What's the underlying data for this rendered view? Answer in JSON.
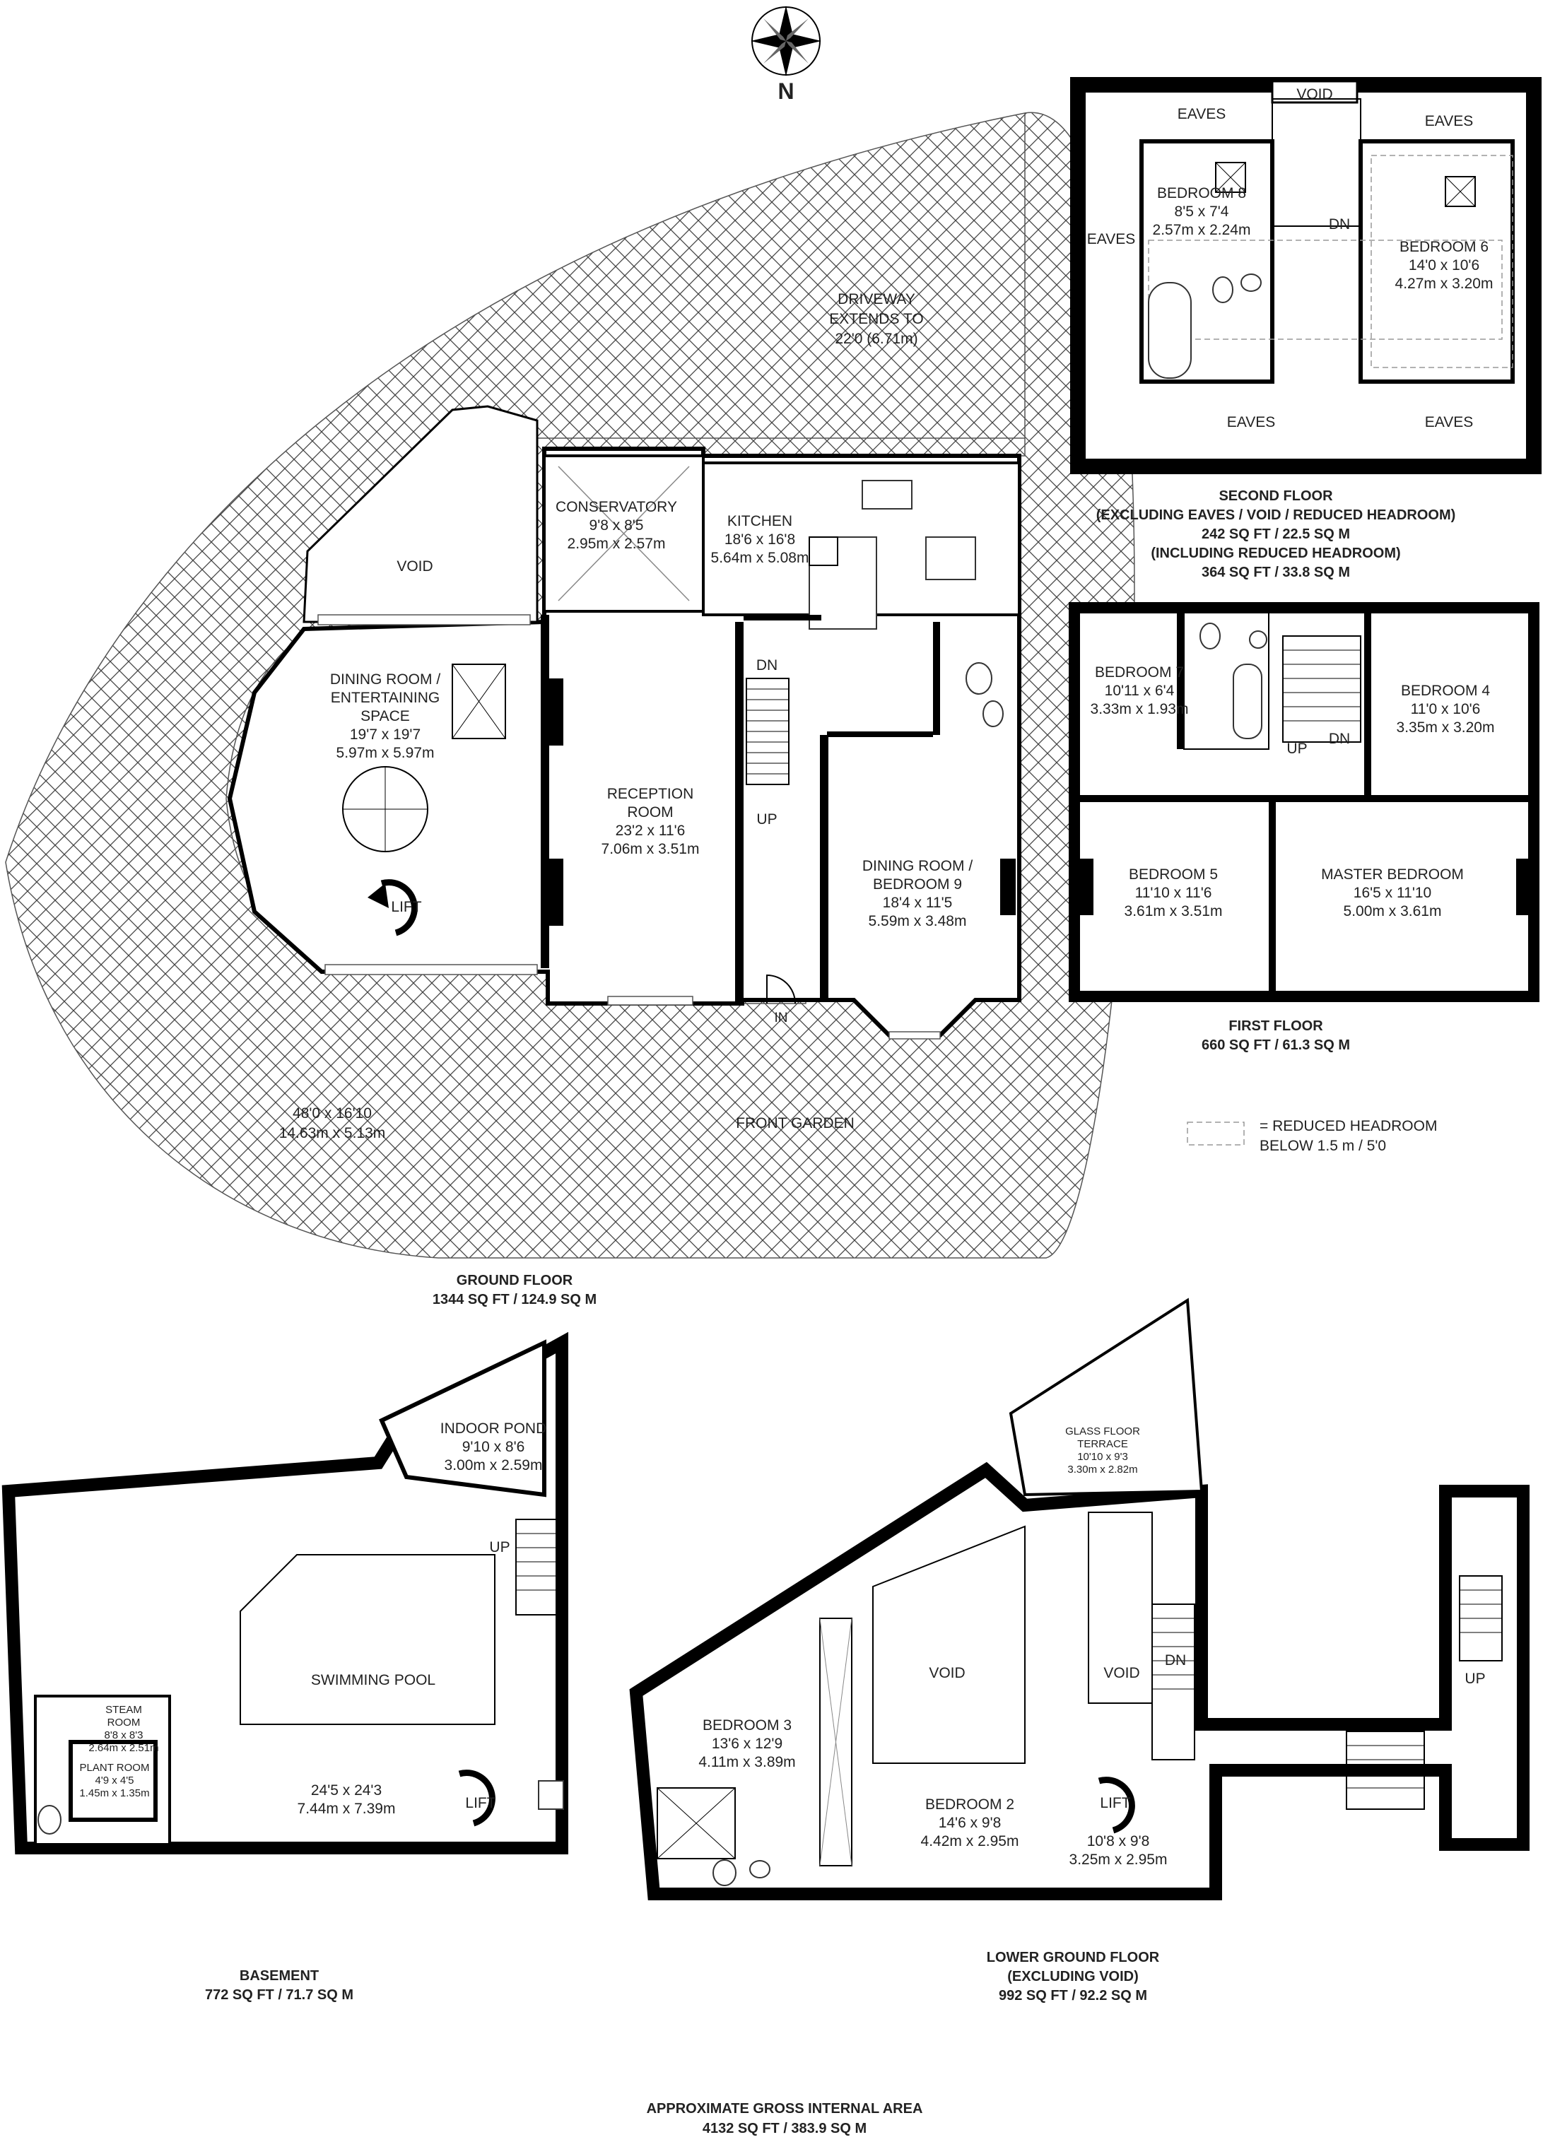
{
  "compass": {
    "label": "N",
    "icon": "compass-rose-icon"
  },
  "ground": {
    "driveway": [
      "DRIVEWAY",
      "EXTENDS TO",
      "22'0 (6.71m)"
    ],
    "conservatory": [
      "CONSERVATORY",
      "9'8 x 8'5",
      "2.95m x 2.57m"
    ],
    "kitchen": [
      "KITCHEN",
      "18'6 x 16'8",
      "5.64m x 5.08m"
    ],
    "void": "VOID",
    "dining": [
      "DINING ROOM /",
      "ENTERTAINING",
      "SPACE",
      "19'7 x 19'7",
      "5.97m x 5.97m"
    ],
    "reception": [
      "RECEPTION",
      "ROOM",
      "23'2 x 11'6",
      "7.06m x 3.51m"
    ],
    "dining9": [
      "DINING ROOM /",
      "BEDROOM 9",
      "18'4 x 11'5",
      "5.59m x 3.48m"
    ],
    "dn": "DN",
    "up": "UP",
    "in": "IN",
    "lift": "LIFT",
    "garden_dims": [
      "48'0 x 16'10",
      "14.63m x 5.13m"
    ],
    "front_garden": "FRONT GARDEN",
    "caption": [
      "GROUND FLOOR",
      "1344 SQ FT / 124.9 SQ M"
    ]
  },
  "second": {
    "void": "VOID",
    "eaves": "EAVES",
    "bed8": [
      "BEDROOM 8",
      "8'5 x 7'4",
      "2.57m x 2.24m"
    ],
    "bed6": [
      "BEDROOM 6",
      "14'0 x 10'6",
      "4.27m x 3.20m"
    ],
    "dn": "DN",
    "caption": [
      "SECOND FLOOR",
      "(EXCLUDING EAVES / VOID / REDUCED HEADROOM)",
      "242 SQ FT / 22.5 SQ M",
      "(INCLUDING REDUCED HEADROOM)",
      "364 SQ FT / 33.8 SQ M"
    ]
  },
  "first": {
    "bed7": [
      "BEDROOM 7",
      "10'11 x 6'4",
      "3.33m x 1.93m"
    ],
    "bed4": [
      "BEDROOM 4",
      "11'0 x 10'6",
      "3.35m x 3.20m"
    ],
    "bed5": [
      "BEDROOM 5",
      "11'10 x 11'6",
      "3.61m x 3.51m"
    ],
    "master": [
      "MASTER BEDROOM",
      "16'5 x 11'10",
      "5.00m x 3.61m"
    ],
    "up": "UP",
    "dn": "DN",
    "caption": [
      "FIRST FLOOR",
      "660 SQ FT / 61.3 SQ M"
    ]
  },
  "legend": [
    "= REDUCED HEADROOM",
    "BELOW 1.5 m / 5'0"
  ],
  "basement": {
    "pond": [
      "INDOOR POND",
      "9'10 x 8'6",
      "3.00m x 2.59m"
    ],
    "pool": "SWIMMING POOL",
    "pool_dims": [
      "24'5 x 24'3",
      "7.44m x 7.39m"
    ],
    "steam": [
      "STEAM",
      "ROOM",
      "8'8 x 8'3",
      "2.64m x 2.51m"
    ],
    "plant": [
      "PLANT ROOM",
      "4'9 x 4'5",
      "1.45m x 1.35m"
    ],
    "up": "UP",
    "lift": "LIFT",
    "caption": [
      "BASEMENT",
      "772 SQ FT / 71.7 SQ M"
    ]
  },
  "lower": {
    "terrace": [
      "GLASS FLOOR",
      "TERRACE",
      "10'10 x 9'3",
      "3.30m x 2.82m"
    ],
    "void": "VOID",
    "bed3": [
      "BEDROOM 3",
      "13'6 x 12'9",
      "4.11m x 3.89m"
    ],
    "bed2": [
      "BEDROOM 2",
      "14'6 x 9'8",
      "4.42m x 2.95m"
    ],
    "hall": [
      "10'8 x 9'8",
      "3.25m x 2.95m"
    ],
    "dn": "DN",
    "up": "UP",
    "lift": "LIFT",
    "caption": [
      "LOWER GROUND FLOOR",
      "(EXCLUDING VOID)",
      "992 SQ FT / 92.2 SQ M"
    ]
  },
  "total": [
    "APPROXIMATE GROSS INTERNAL AREA",
    "4132 SQ FT / 383.9 SQ M"
  ]
}
